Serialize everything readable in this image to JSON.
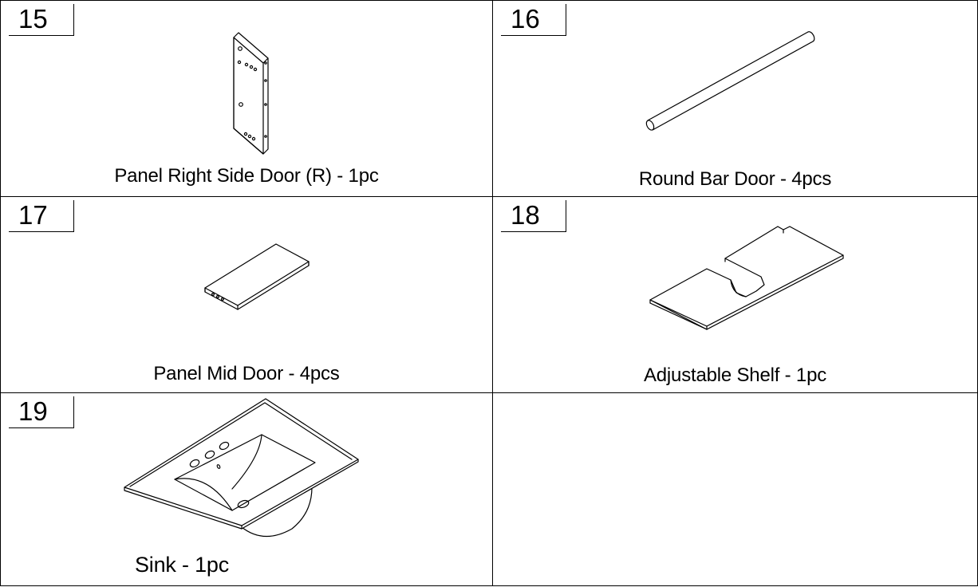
{
  "parts": [
    {
      "number": "15",
      "caption": "Panel Right Side Door (R) - 1pc",
      "icon": "side-door-panel-drawing"
    },
    {
      "number": "16",
      "caption": "Round Bar Door - 4pcs",
      "icon": "round-bar-drawing"
    },
    {
      "number": "17",
      "caption": "Panel Mid Door - 4pcs",
      "icon": "mid-door-panel-drawing"
    },
    {
      "number": "18",
      "caption": "Adjustable Shelf - 1pc",
      "icon": "adjustable-shelf-drawing"
    },
    {
      "number": "19",
      "caption": "Sink - 1pc",
      "icon": "sink-drawing"
    }
  ]
}
